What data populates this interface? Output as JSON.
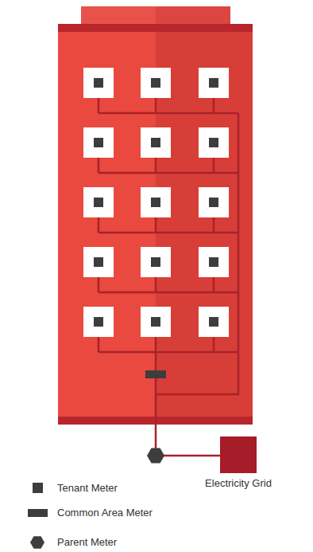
{
  "diagram": {
    "nodes": [
      {
        "text": [
          "Electricity Grid"
        ]
      }
    ],
    "legend": [
      {
        "text": "Tenant Meter"
      },
      {
        "text": "Common Area Meter"
      },
      {
        "text": "Parent Meter"
      }
    ]
  }
}
